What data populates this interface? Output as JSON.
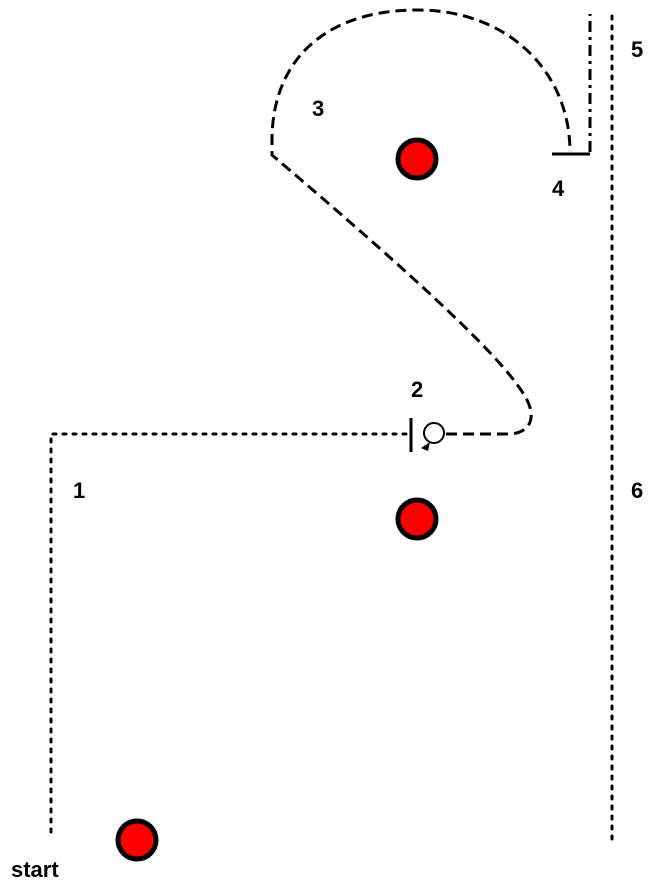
{
  "labels": {
    "start": "start",
    "point_1": "1",
    "point_2": "2",
    "point_3": "3",
    "point_4": "4",
    "point_5": "5",
    "point_6": "6"
  },
  "colors": {
    "obstacle_fill": "#ff0000",
    "obstacle_stroke": "#000000",
    "line": "#000000",
    "background": "#ffffff"
  },
  "legend_styles": {
    "approach_path": "dotted",
    "turn_path": "dashed",
    "return_path": "dash-dot"
  }
}
